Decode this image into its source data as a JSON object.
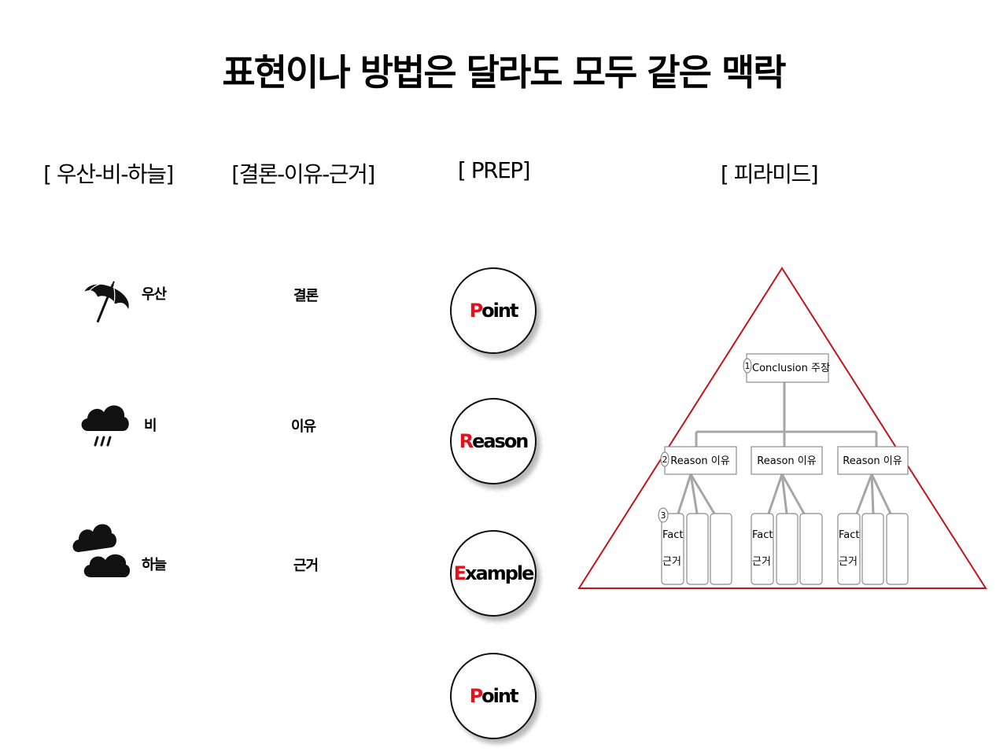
{
  "title": "표현이나 방법은 달라도 모두 같은 맥락",
  "columns": {
    "umbrella": {
      "heading": "[ 우산-비-하늘]",
      "items": [
        "우산",
        "비",
        "하늘"
      ]
    },
    "conclusion": {
      "heading": "[결론-이유-근거]",
      "items": [
        "결론",
        "이유",
        "근거"
      ]
    },
    "prep": {
      "heading": "[ PREP]",
      "items": [
        {
          "first": "P",
          "rest": "oint"
        },
        {
          "first": "R",
          "rest": "eason"
        },
        {
          "first": "E",
          "rest": "xample"
        },
        {
          "first": "P",
          "rest": "oint"
        }
      ],
      "accent_color": "#e0121b"
    },
    "pyramid": {
      "heading": "[ 피라미드]",
      "triangle_color": "#c0141c",
      "conclusion": {
        "number": "1",
        "label": "Conclusion 주장"
      },
      "reasons": [
        {
          "number": "2",
          "label": "Reason 이유"
        },
        {
          "number": "",
          "label": "Reason 이유"
        },
        {
          "number": "",
          "label": "Reason 이유"
        }
      ],
      "facts": [
        {
          "number": "3",
          "line1": "Fact",
          "line2": "근거"
        },
        {
          "number": "",
          "line1": "Fact",
          "line2": "근거"
        },
        {
          "number": "",
          "line1": "Fact",
          "line2": "근거"
        }
      ]
    }
  },
  "icons": [
    "umbrella-icon",
    "rain-cloud-icon",
    "clouds-icon"
  ]
}
